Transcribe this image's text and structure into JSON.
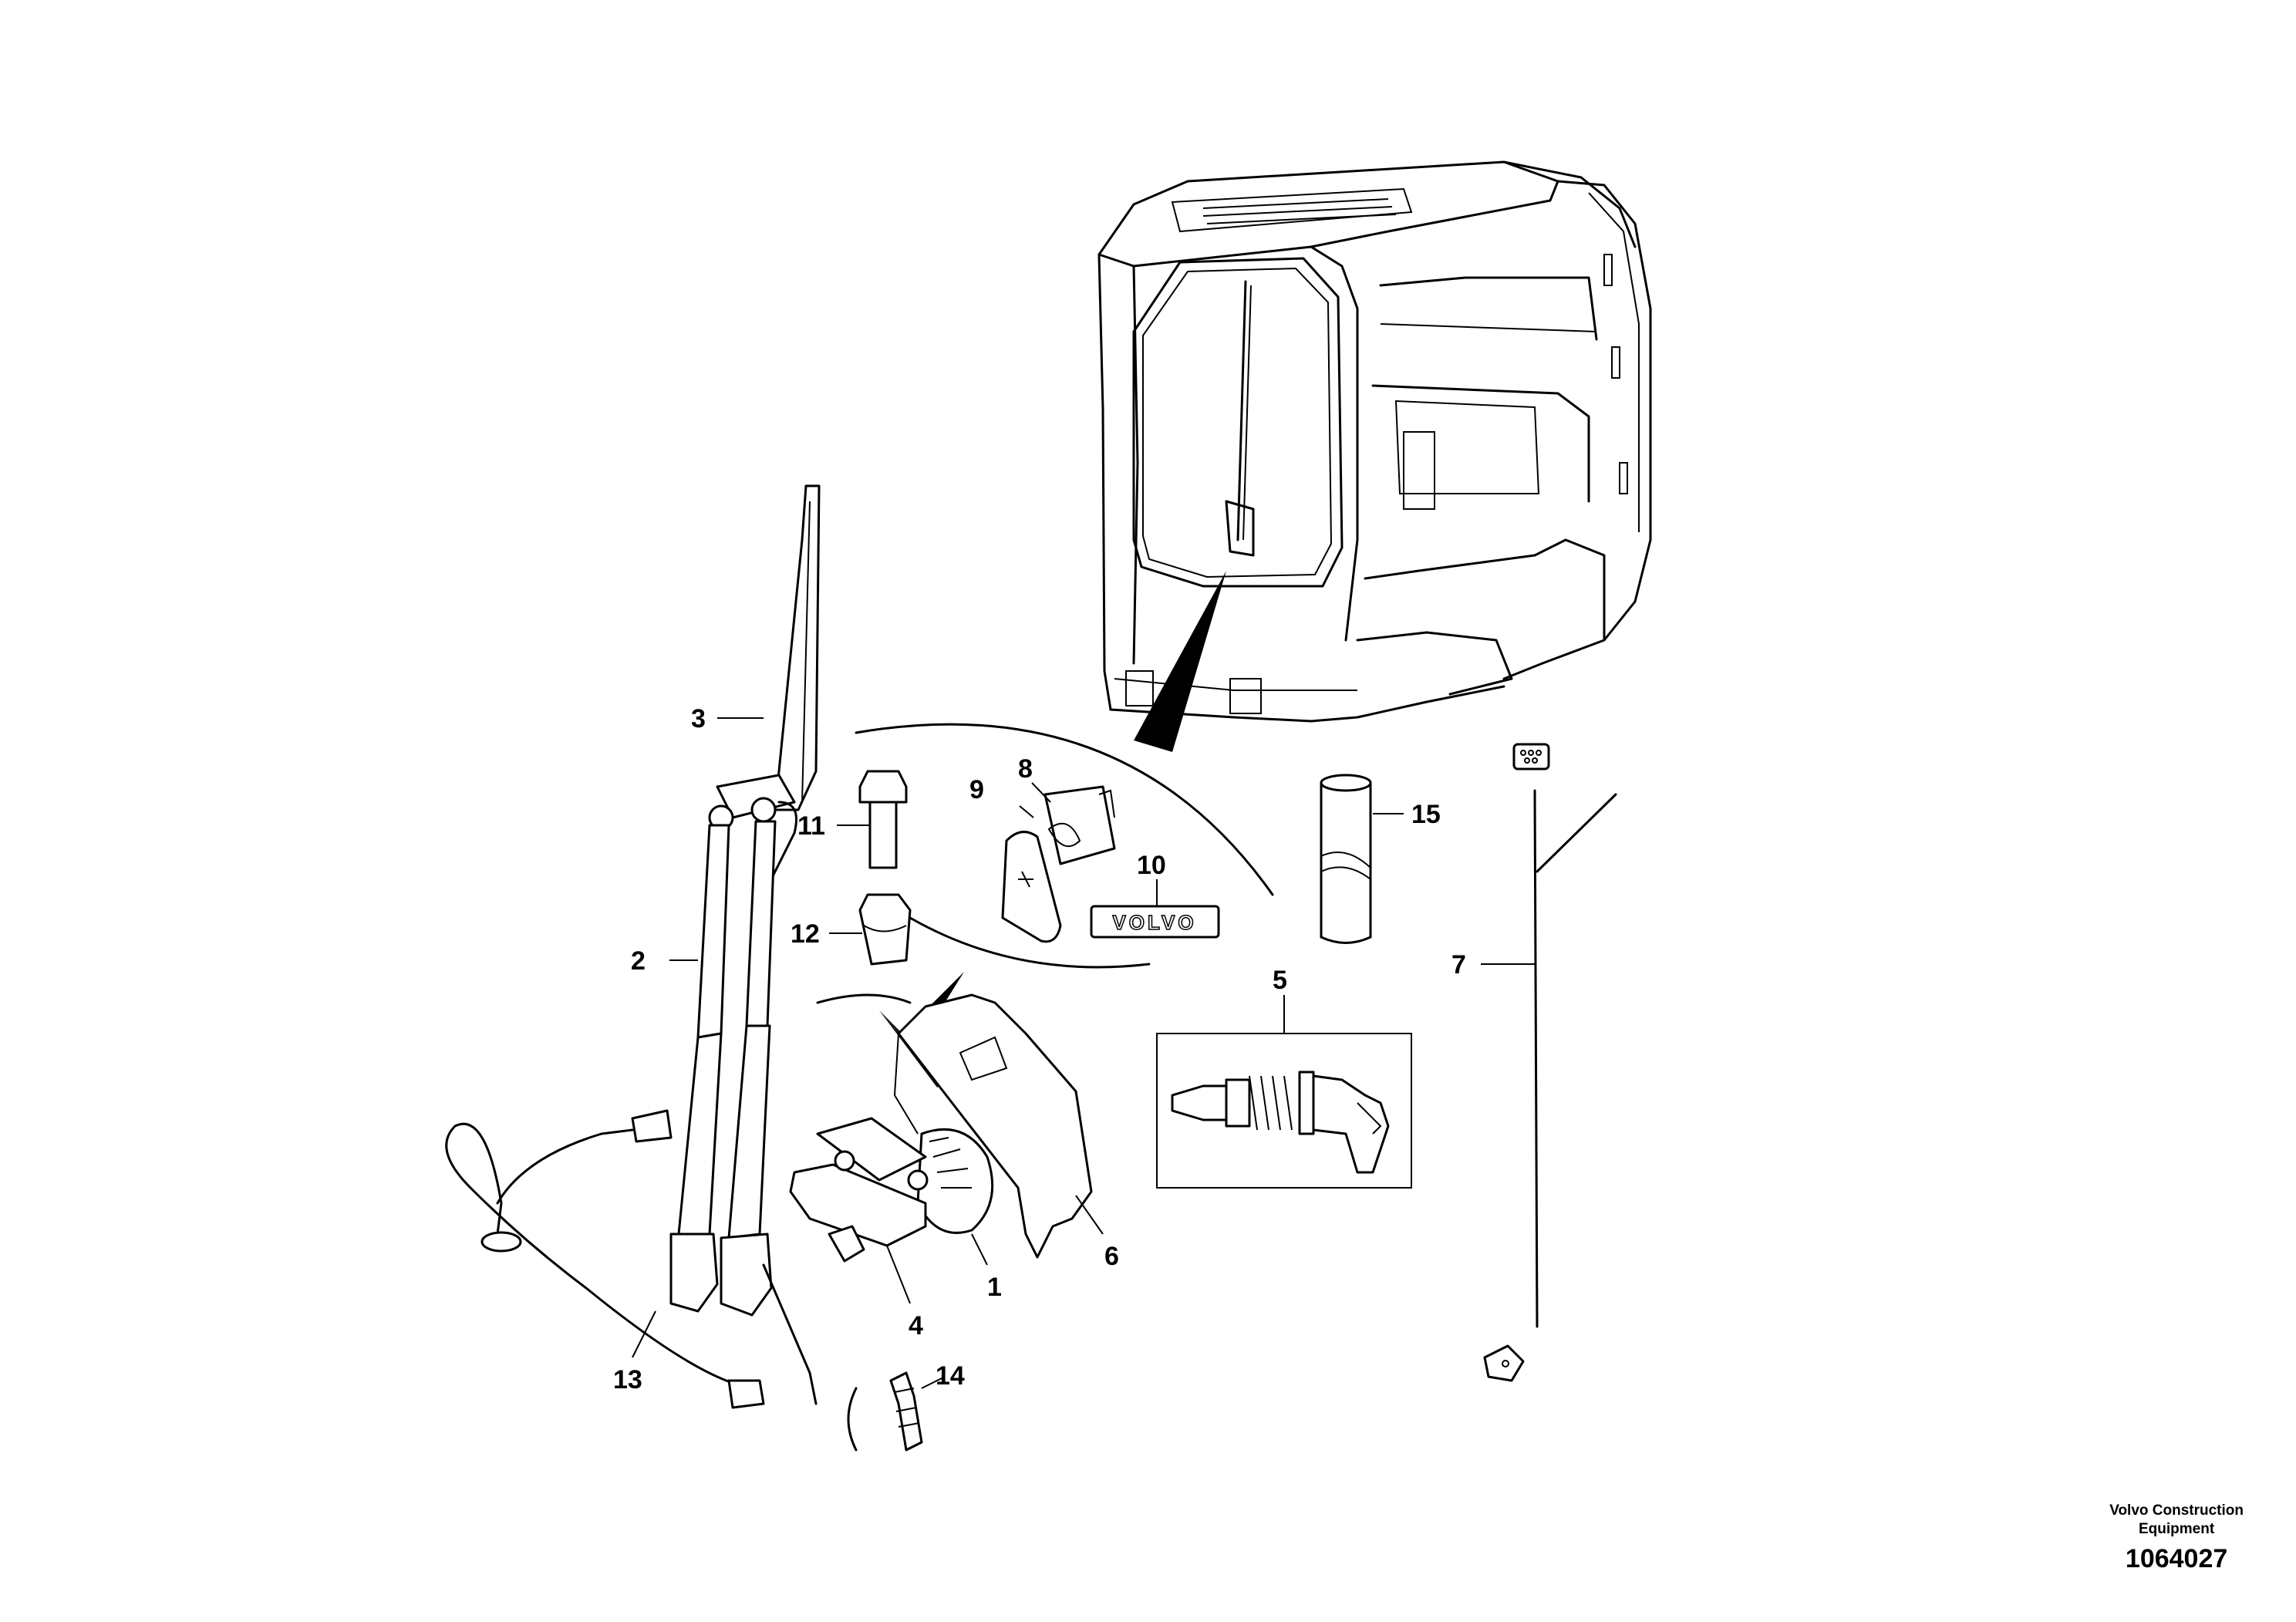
{
  "callouts": {
    "c1": "1",
    "c2": "2",
    "c3": "3",
    "c4": "4",
    "c5": "5",
    "c6": "6",
    "c7": "7",
    "c8": "8",
    "c9": "9",
    "c10": "10",
    "c11": "11",
    "c12": "12",
    "c13": "13",
    "c14": "14",
    "c15": "15"
  },
  "brand_plate_text": "VOLVO",
  "credit": {
    "line1": "Volvo Construction",
    "line2": "Equipment",
    "docnum": "1064027"
  }
}
